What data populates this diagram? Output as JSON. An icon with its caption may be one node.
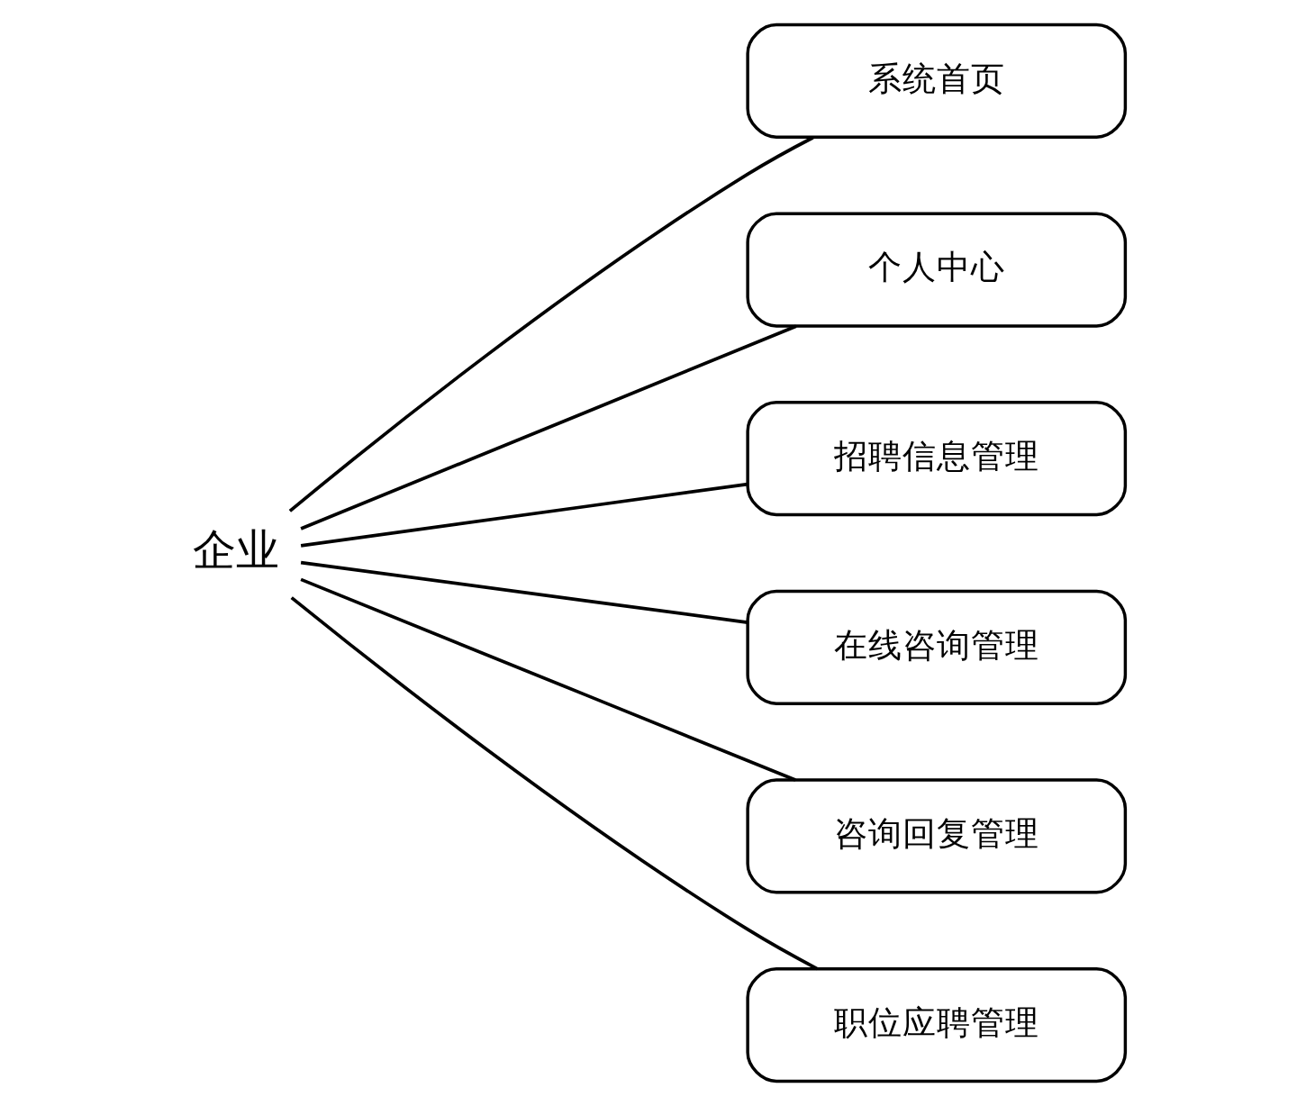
{
  "diagram": {
    "nodes": [
      {
        "text": [
          "企业"
        ]
      },
      {
        "text": [
          "系统首页"
        ]
      },
      {
        "text": [
          "个人中心"
        ]
      },
      {
        "text": [
          "招聘信息管理"
        ]
      },
      {
        "text": [
          "在线咨询管理"
        ]
      },
      {
        "text": [
          "咨询回复管理"
        ]
      },
      {
        "text": [
          "职位应聘管理"
        ]
      }
    ],
    "edges": [
      {
        "from": 0,
        "to": 1,
        "arrow": "none"
      },
      {
        "from": 0,
        "to": 2,
        "arrow": "none"
      },
      {
        "from": 0,
        "to": 3,
        "arrow": "none"
      },
      {
        "from": 0,
        "to": 4,
        "arrow": "none"
      },
      {
        "from": 0,
        "to": 5,
        "arrow": "none"
      },
      {
        "from": 0,
        "to": 6,
        "arrow": "none"
      }
    ]
  }
}
